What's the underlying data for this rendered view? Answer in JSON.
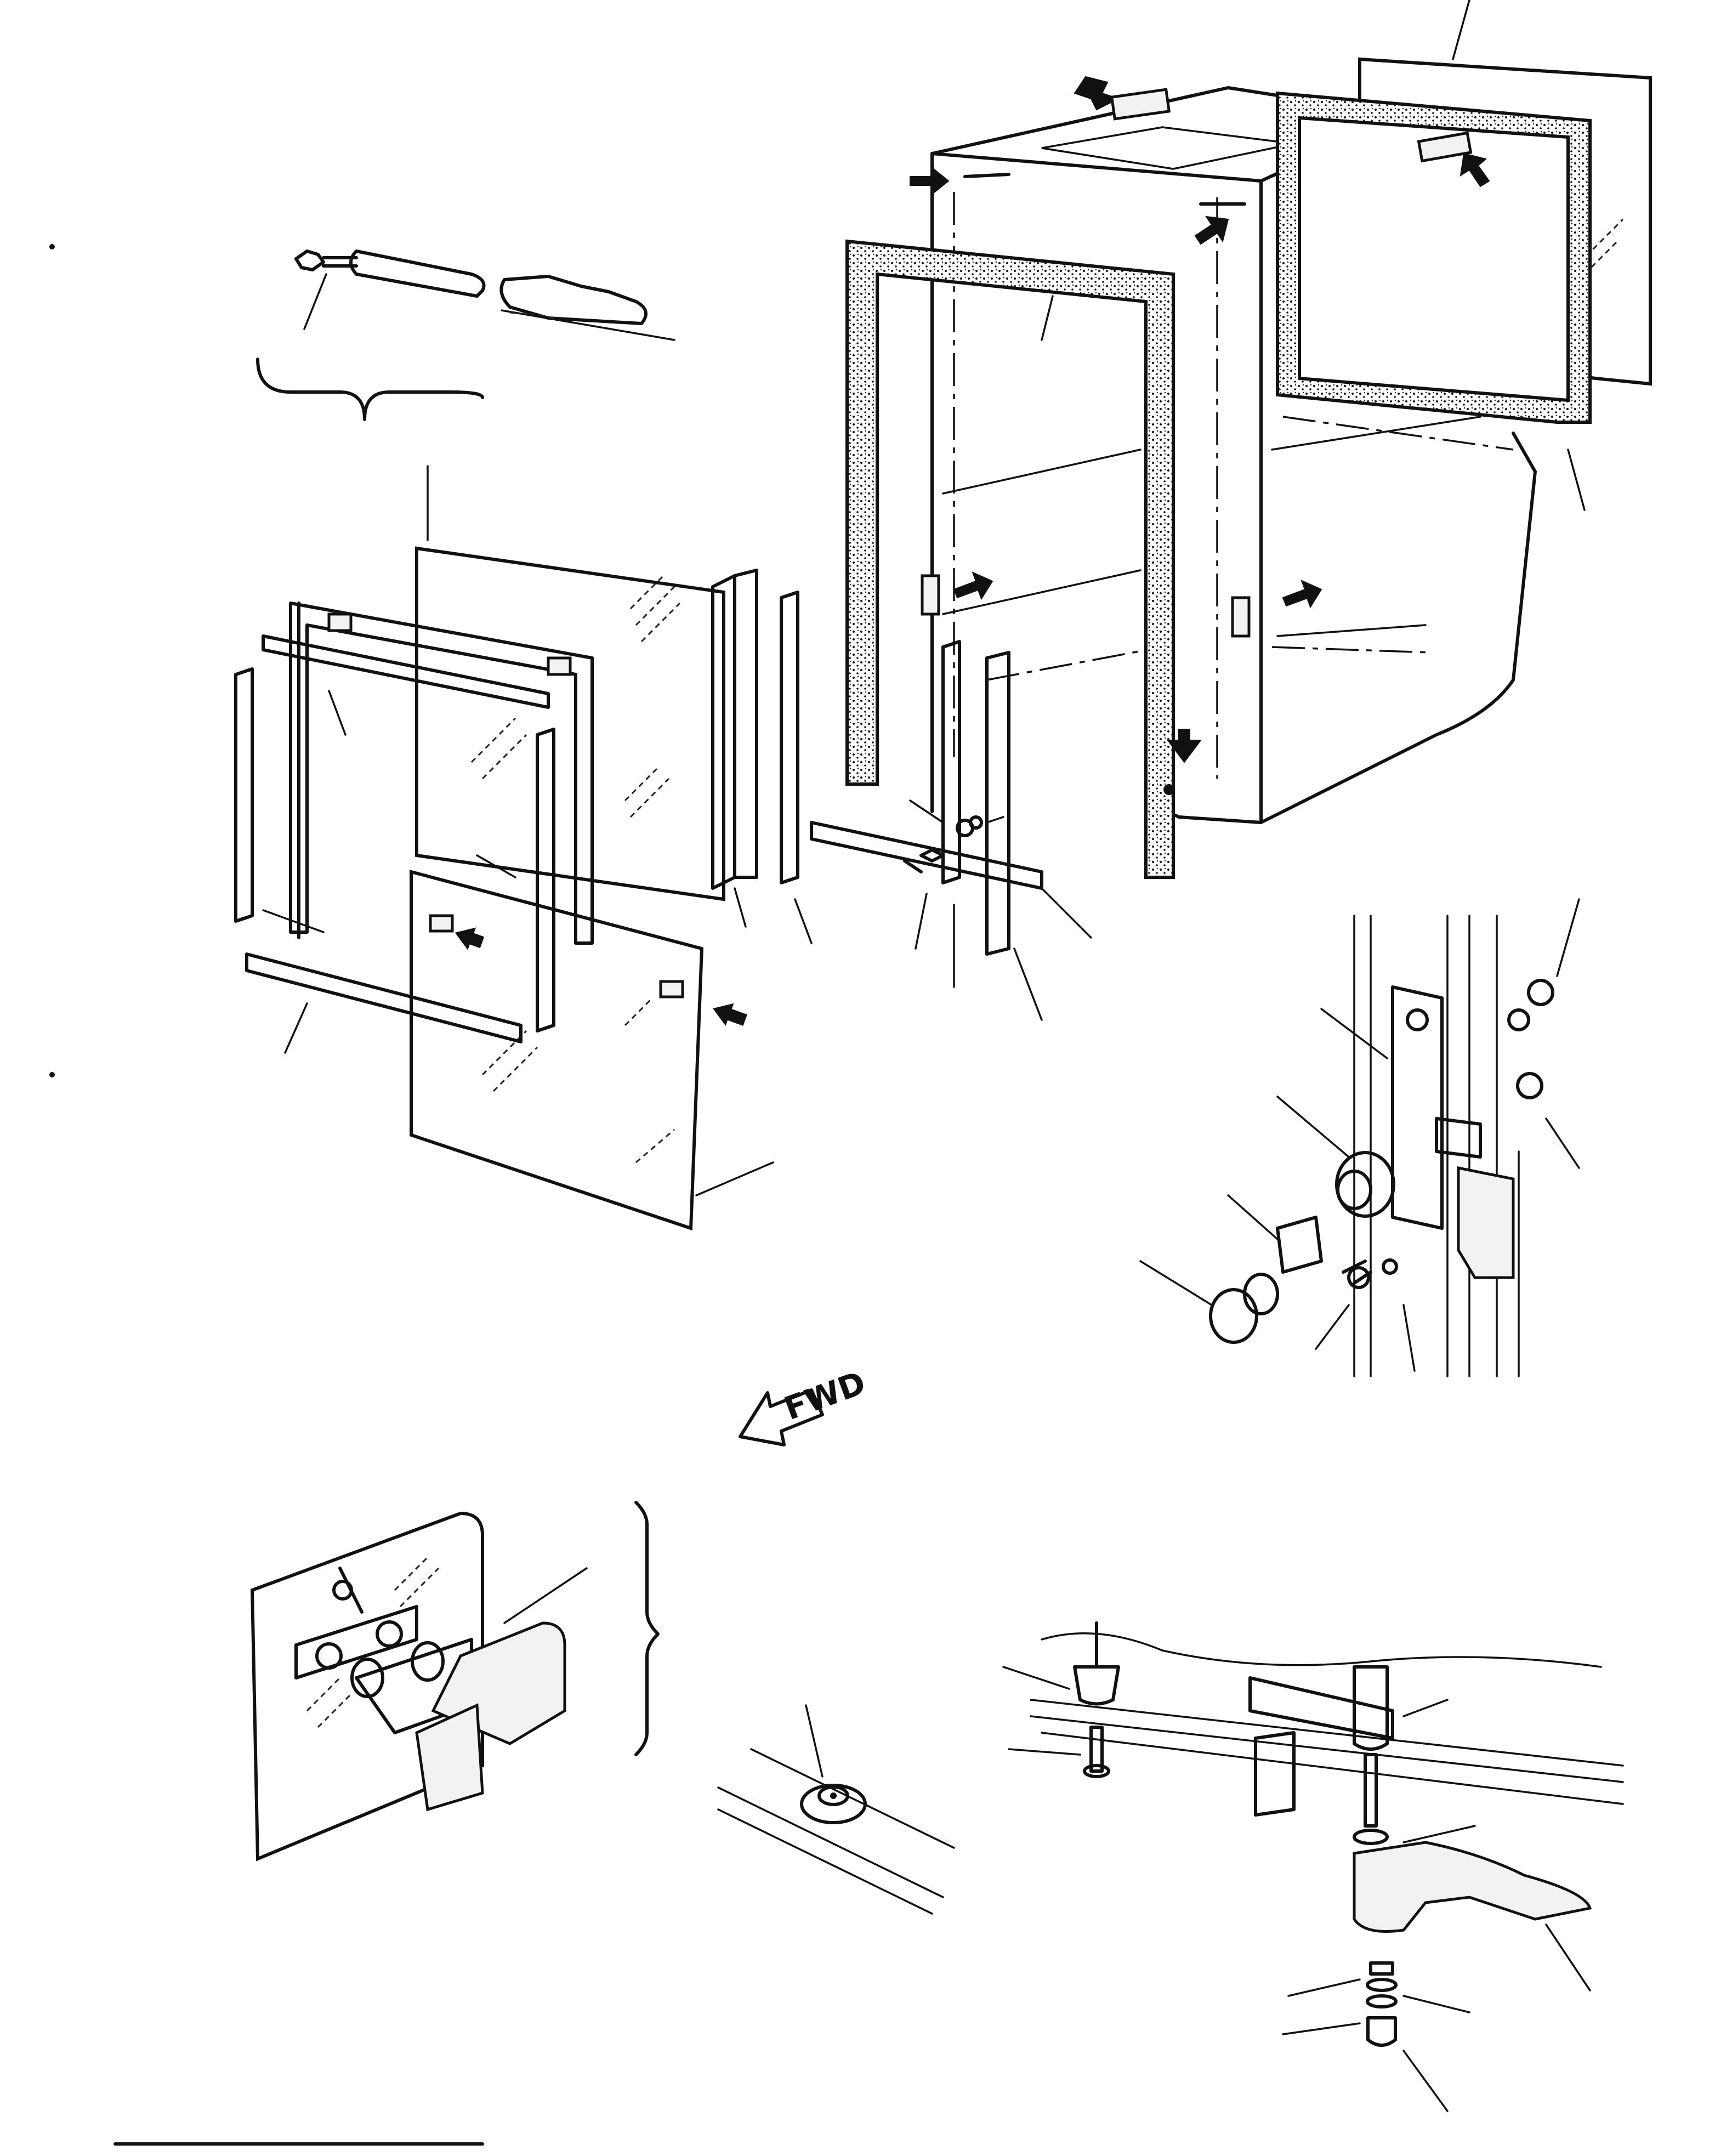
{
  "figure": {
    "orientation_label": "FWD",
    "colors": {
      "line": "#111111",
      "background": "#ffffff",
      "foam": "#dddddd"
    }
  },
  "views": [
    {
      "name": "cab-exploded-view"
    },
    {
      "name": "side-window-panel-assembly"
    },
    {
      "name": "rear-window-latch-detail"
    },
    {
      "name": "window-catch-detail"
    },
    {
      "name": "window-stop-bumper-detail"
    },
    {
      "name": "roof-latch-handle-detail"
    },
    {
      "name": "hinge-pin-detail"
    }
  ]
}
